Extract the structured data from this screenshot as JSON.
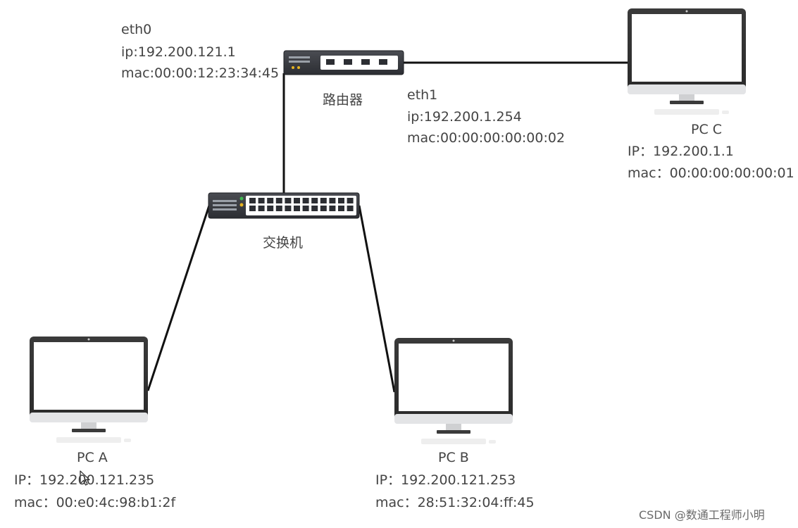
{
  "router": {
    "label": "路由器",
    "eth0": {
      "name": "eth0",
      "ip": "ip:192.200.121.1",
      "mac": "mac:00:00:12:23:34:45"
    },
    "eth1": {
      "name": "eth1",
      "ip": "ip:192.200.1.254",
      "mac": "mac:00:00:00:00:00:02"
    }
  },
  "switch": {
    "label": "交换机",
    "led_colors": [
      "#3fb950",
      "#e6b422"
    ]
  },
  "pcs": {
    "a": {
      "name": "PC A",
      "ip": "IP：192.200.121.235",
      "mac": "mac：00:e0:4c:98:b1:2f"
    },
    "b": {
      "name": "PC B",
      "ip": "IP：192.200.121.253",
      "mac": "mac：28:51:32:04:ff:45"
    },
    "c": {
      "name": "PC C",
      "ip": "IP：192.200.1.1",
      "mac": "mac：00:00:00:00:00:01"
    }
  },
  "cursor": "mouse-pointer-icon",
  "watermark": "CSDN @数通工程师小明"
}
